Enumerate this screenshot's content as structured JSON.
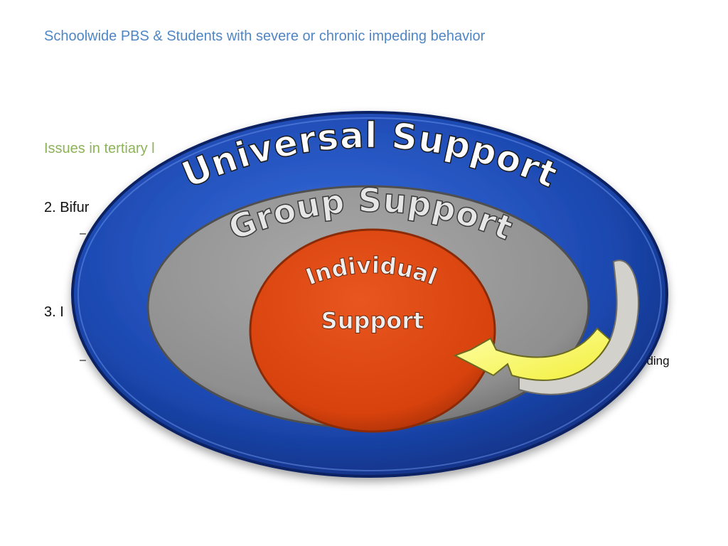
{
  "slide": {
    "title": "Schoolwide PBS & Students with severe or chronic impeding behavior",
    "subtitle_visible": "Issues in tertiary l",
    "point_2_visible": "2. Bifur",
    "point_3_visible": "3. I",
    "dash_1": "–",
    "dash_2": "–",
    "occluded_fragment": "eding"
  },
  "diagram": {
    "outer_label": "Universal Support",
    "middle_label": "Group Support",
    "inner_label_line1": "Individual",
    "inner_label_line2": "Support",
    "colors": {
      "outer_ring": "#1c48b0",
      "middle_ring": "#8f8f8f",
      "inner_core": "#d8420d",
      "arrow_fill": "#ffff66",
      "arrow_shadow_band": "#d3d1cb"
    }
  }
}
